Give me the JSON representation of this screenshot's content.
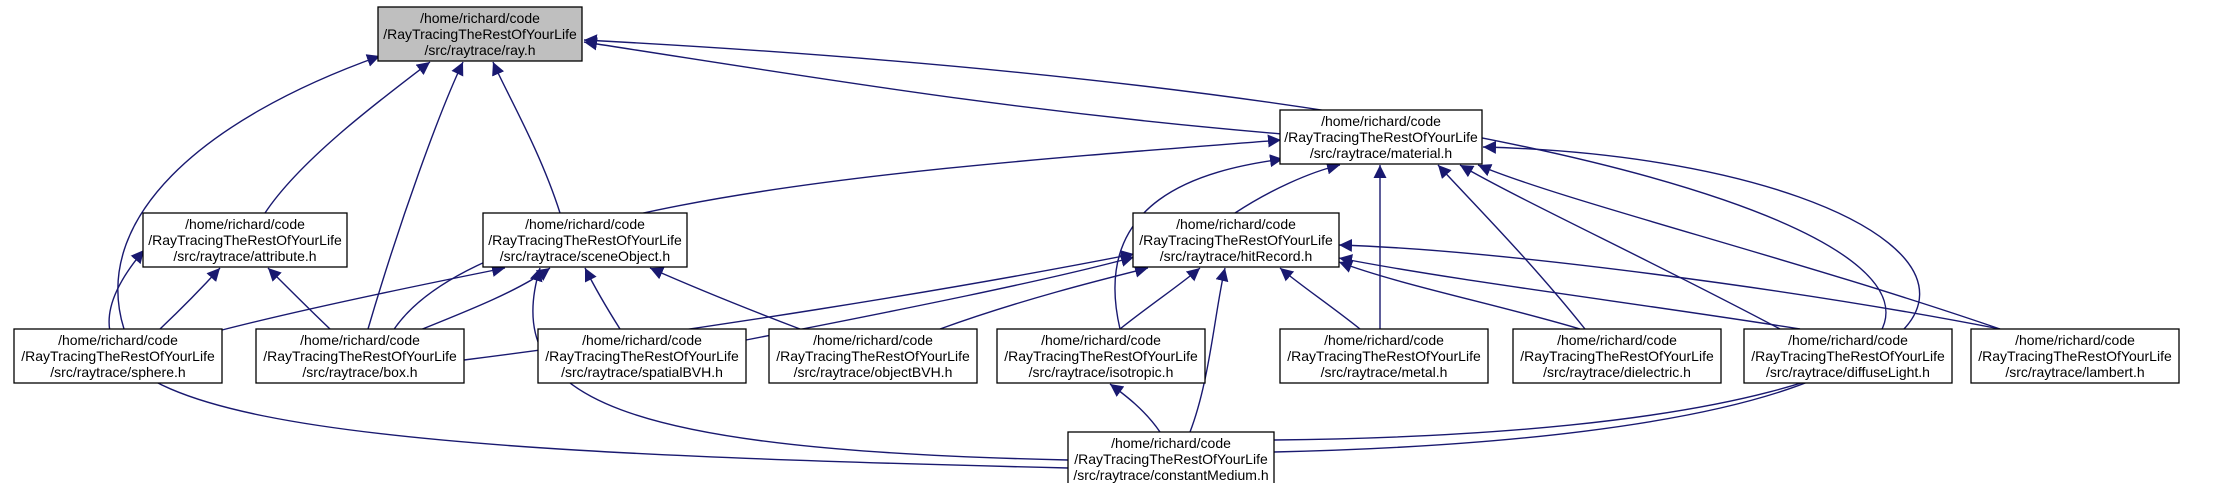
{
  "diagram": {
    "type": "include-dependency-graph",
    "colors": {
      "edge": "#191970",
      "root_fill": "#bfbfbf",
      "node_fill": "#ffffff",
      "node_stroke": "#000000"
    },
    "nodes": [
      {
        "id": "ray",
        "lines": [
          "/home/richard/code",
          "/RayTracingTheRestOfYourLife",
          "/src/raytrace/ray.h"
        ],
        "highlighted": true
      },
      {
        "id": "material",
        "lines": [
          "/home/richard/code",
          "/RayTracingTheRestOfYourLife",
          "/src/raytrace/material.h"
        ]
      },
      {
        "id": "attribute",
        "lines": [
          "/home/richard/code",
          "/RayTracingTheRestOfYourLife",
          "/src/raytrace/attribute.h"
        ]
      },
      {
        "id": "sceneObject",
        "lines": [
          "/home/richard/code",
          "/RayTracingTheRestOfYourLife",
          "/src/raytrace/sceneObject.h"
        ]
      },
      {
        "id": "hitRecord",
        "lines": [
          "/home/richard/code",
          "/RayTracingTheRestOfYourLife",
          "/src/raytrace/hitRecord.h"
        ]
      },
      {
        "id": "sphere",
        "lines": [
          "/home/richard/code",
          "/RayTracingTheRestOfYourLife",
          "/src/raytrace/sphere.h"
        ]
      },
      {
        "id": "box",
        "lines": [
          "/home/richard/code",
          "/RayTracingTheRestOfYourLife",
          "/src/raytrace/box.h"
        ]
      },
      {
        "id": "spatialBVH",
        "lines": [
          "/home/richard/code",
          "/RayTracingTheRestOfYourLife",
          "/src/raytrace/spatialBVH.h"
        ]
      },
      {
        "id": "objectBVH",
        "lines": [
          "/home/richard/code",
          "/RayTracingTheRestOfYourLife",
          "/src/raytrace/objectBVH.h"
        ]
      },
      {
        "id": "isotropic",
        "lines": [
          "/home/richard/code",
          "/RayTracingTheRestOfYourLife",
          "/src/raytrace/isotropic.h"
        ]
      },
      {
        "id": "metal",
        "lines": [
          "/home/richard/code",
          "/RayTracingTheRestOfYourLife",
          "/src/raytrace/metal.h"
        ]
      },
      {
        "id": "dielectric",
        "lines": [
          "/home/richard/code",
          "/RayTracingTheRestOfYourLife",
          "/src/raytrace/dielectric.h"
        ]
      },
      {
        "id": "diffuseLight",
        "lines": [
          "/home/richard/code",
          "/RayTracingTheRestOfYourLife",
          "/src/raytrace/diffuseLight.h"
        ]
      },
      {
        "id": "lambert",
        "lines": [
          "/home/richard/code",
          "/RayTracingTheRestOfYourLife",
          "/src/raytrace/lambert.h"
        ]
      },
      {
        "id": "constantMedium",
        "lines": [
          "/home/richard/code",
          "/RayTracingTheRestOfYourLife",
          "/src/raytrace/constantMedium.h"
        ]
      }
    ],
    "edges": [
      {
        "from": "material",
        "to": "ray"
      },
      {
        "from": "attribute",
        "to": "ray"
      },
      {
        "from": "sceneObject",
        "to": "ray"
      },
      {
        "from": "sphere",
        "to": "ray"
      },
      {
        "from": "box",
        "to": "ray"
      },
      {
        "from": "constantMedium",
        "to": "ray"
      },
      {
        "from": "hitRecord",
        "to": "material"
      },
      {
        "from": "box",
        "to": "material"
      },
      {
        "from": "isotropic",
        "to": "material"
      },
      {
        "from": "metal",
        "to": "material"
      },
      {
        "from": "dielectric",
        "to": "material"
      },
      {
        "from": "diffuseLight",
        "to": "material"
      },
      {
        "from": "lambert",
        "to": "material"
      },
      {
        "from": "constantMedium",
        "to": "material"
      },
      {
        "from": "sphere",
        "to": "attribute"
      },
      {
        "from": "box",
        "to": "attribute"
      },
      {
        "from": "constantMedium",
        "to": "attribute"
      },
      {
        "from": "sphere",
        "to": "sceneObject"
      },
      {
        "from": "box",
        "to": "sceneObject"
      },
      {
        "from": "spatialBVH",
        "to": "sceneObject"
      },
      {
        "from": "objectBVH",
        "to": "sceneObject"
      },
      {
        "from": "constantMedium",
        "to": "sceneObject"
      },
      {
        "from": "box",
        "to": "hitRecord"
      },
      {
        "from": "spatialBVH",
        "to": "hitRecord"
      },
      {
        "from": "objectBVH",
        "to": "hitRecord"
      },
      {
        "from": "isotropic",
        "to": "hitRecord"
      },
      {
        "from": "metal",
        "to": "hitRecord"
      },
      {
        "from": "dielectric",
        "to": "hitRecord"
      },
      {
        "from": "diffuseLight",
        "to": "hitRecord"
      },
      {
        "from": "lambert",
        "to": "hitRecord"
      },
      {
        "from": "constantMedium",
        "to": "hitRecord"
      },
      {
        "from": "constantMedium",
        "to": "isotropic"
      }
    ]
  }
}
